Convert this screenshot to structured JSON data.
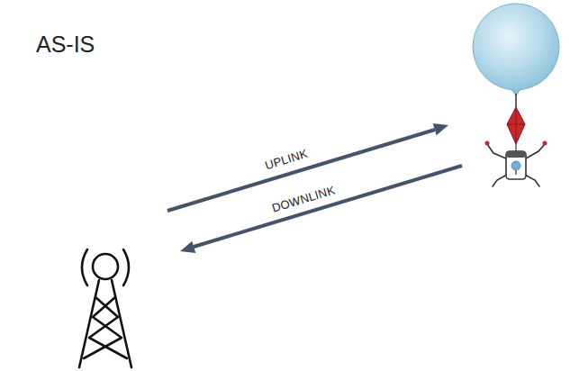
{
  "diagram": {
    "title": "AS-IS",
    "labels": [
      "UPLINK",
      "DOWNLINK"
    ]
  }
}
